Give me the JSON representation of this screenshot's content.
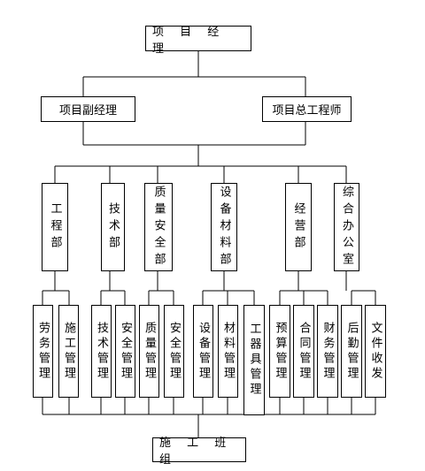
{
  "top": {
    "label": "项 目 经 理"
  },
  "deputies": [
    {
      "key": "deputy-manager",
      "label": "项目副经理"
    },
    {
      "key": "chief-engineer",
      "label": "项目总工程师"
    }
  ],
  "departments": [
    {
      "key": "engineering",
      "label": "工程部",
      "units": [
        "劳务管理",
        "施工管理"
      ]
    },
    {
      "key": "technology",
      "label": "技术部",
      "units": [
        "技术管理",
        "安全管理"
      ]
    },
    {
      "key": "quality-safety",
      "label": "质量安全部",
      "units": [
        "质量管理",
        "安全管理"
      ]
    },
    {
      "key": "equipment-materials",
      "label": "设备材料部",
      "units": [
        "设备管理",
        "材料管理",
        "工器具管理"
      ]
    },
    {
      "key": "business",
      "label": "经营部",
      "units": [
        "预算管理",
        "合同管理",
        "财务管理"
      ]
    },
    {
      "key": "general-office",
      "label": "综合办公室",
      "units": [
        "后勤管理",
        "文件收发"
      ]
    }
  ],
  "bottom": {
    "label": "施 工 班 组"
  }
}
